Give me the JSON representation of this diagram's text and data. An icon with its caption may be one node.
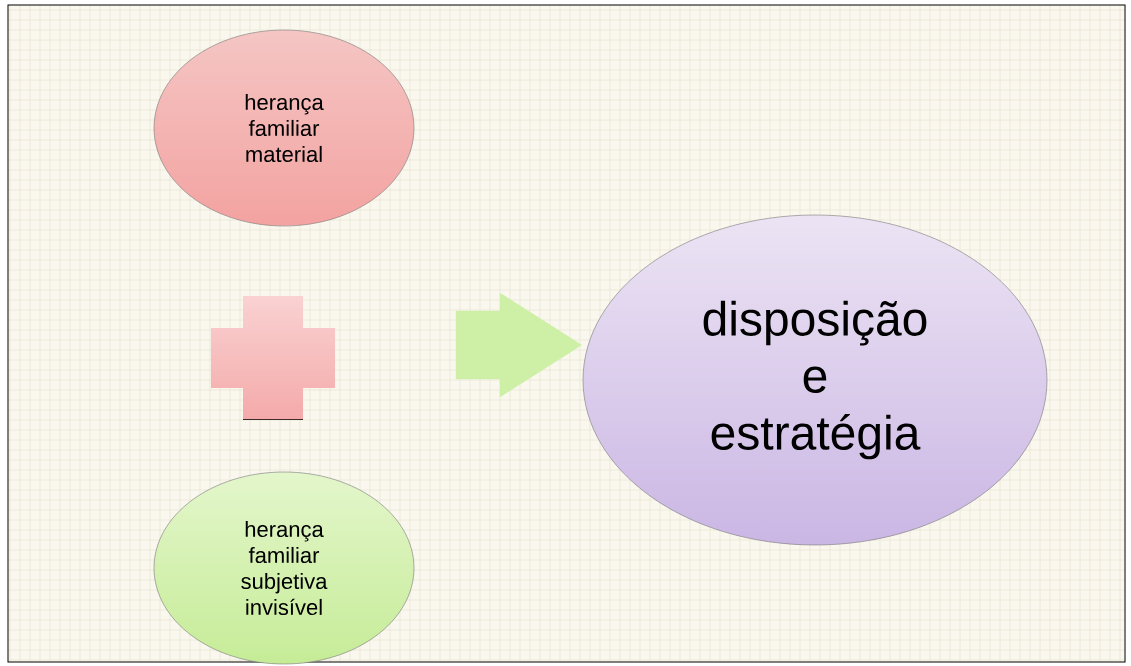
{
  "diagram": {
    "nodes": [
      {
        "text": [
          "herança familiar material"
        ]
      },
      {
        "text": [
          "herança familiar subjetiva invisível"
        ]
      },
      {
        "text": [
          "disposição e estratégia"
        ]
      }
    ],
    "edges": [
      {
        "from": null,
        "to": 2,
        "arrow": "to"
      }
    ]
  }
}
